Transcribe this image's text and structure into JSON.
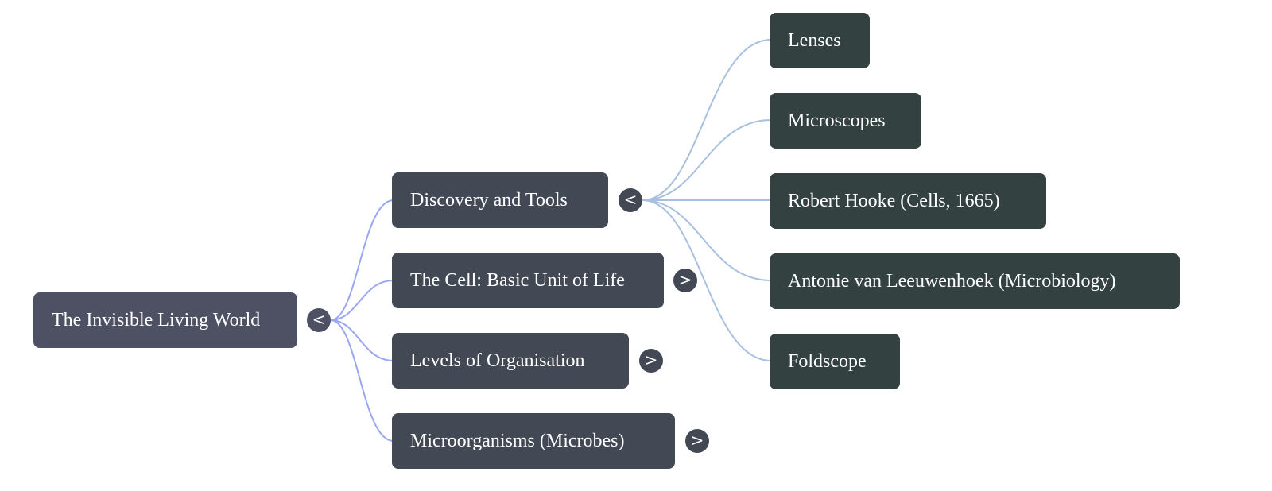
{
  "mindmap": {
    "root": {
      "label": "The Invisible Living World",
      "toggle": "<",
      "expanded": true
    },
    "branches": [
      {
        "label": "Discovery and Tools",
        "toggle": "<",
        "expanded": true,
        "children": [
          {
            "label": "Lenses"
          },
          {
            "label": "Microscopes"
          },
          {
            "label": "Robert Hooke (Cells, 1665)"
          },
          {
            "label": "Antonie van Leeuwenhoek (Microbiology)"
          },
          {
            "label": "Foldscope"
          }
        ]
      },
      {
        "label": "The Cell: Basic Unit of Life",
        "toggle": ">",
        "expanded": false
      },
      {
        "label": "Levels of Organisation",
        "toggle": ">",
        "expanded": false
      },
      {
        "label": "Microorganisms (Microbes)",
        "toggle": ">",
        "expanded": false
      }
    ]
  },
  "colors": {
    "root_fill": "#4e5064",
    "branch_fill": "#424854",
    "leaf_fill": "#334240",
    "root_link": "#9aa6f0",
    "branch_link": "#a8c0e0",
    "text": "#ffffff"
  }
}
